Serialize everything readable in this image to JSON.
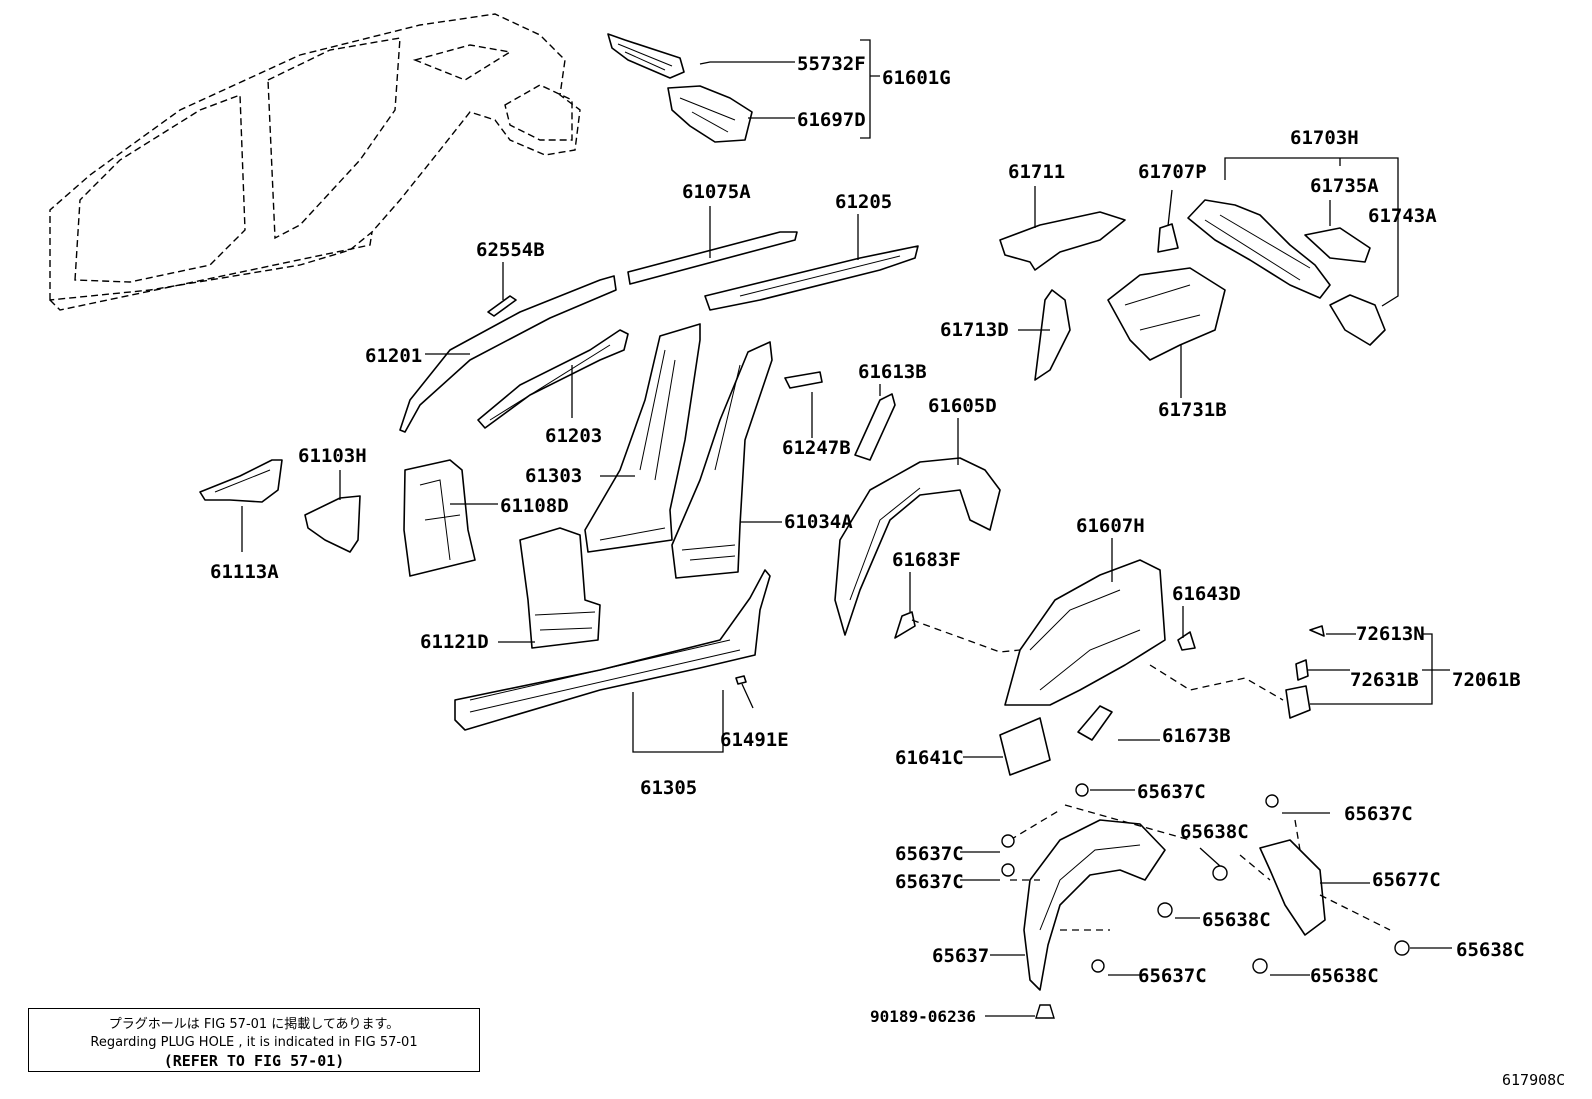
{
  "callouts": {
    "p55732F": "55732F",
    "p61601G": "61601G",
    "p61697D": "61697D",
    "p61075A": "61075A",
    "p61205": "61205",
    "p62554B": "62554B",
    "p61201": "61201",
    "p61203": "61203",
    "p61303": "61303",
    "p61103H": "61103H",
    "p61108D": "61108D",
    "p61113A": "61113A",
    "p61121D": "61121D",
    "p61034A": "61034A",
    "p61247B": "61247B",
    "p61613B": "61613B",
    "p61605D": "61605D",
    "p61711": "61711",
    "p61707P": "61707P",
    "p61703H": "61703H",
    "p61735A": "61735A",
    "p61743A": "61743A",
    "p61713D": "61713D",
    "p61731B": "61731B",
    "p61607H": "61607H",
    "p61643D": "61643D",
    "p61683F": "61683F",
    "p72613N": "72613N",
    "p72631B": "72631B",
    "p72061B": "72061B",
    "p61491E": "61491E",
    "p61305": "61305",
    "p61641C": "61641C",
    "p61673B": "61673B",
    "p65637C_a": "65637C",
    "p65637C_b": "65637C",
    "p65637C_c": "65637C",
    "p65637C_d": "65637C",
    "p65637C_e": "65637C",
    "p65638C_a": "65638C",
    "p65638C_b": "65638C",
    "p65638C_c": "65638C",
    "p65638C_d": "65638C",
    "p65677C": "65677C",
    "p65637": "65637",
    "p90189": "90189-06236"
  },
  "note": {
    "line1": "プラグホールは FIG 57-01 に掲載してあります。",
    "line2": "Regarding  PLUG  HOLE , it is indicated in  FIG  57-01",
    "line3": "(REFER TO FIG 57-01)"
  },
  "figure_id": "617908C"
}
